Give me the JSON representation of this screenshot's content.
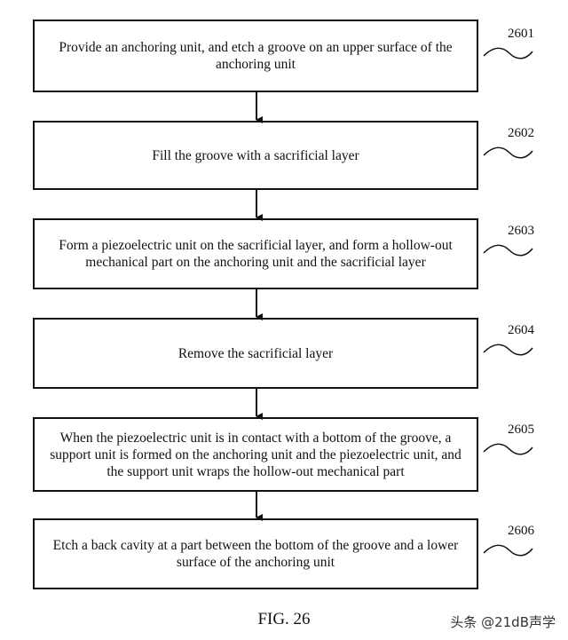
{
  "steps": [
    {
      "id": "2601",
      "text": "Provide an anchoring unit, and etch a groove on an upper surface of the anchoring unit"
    },
    {
      "id": "2602",
      "text": "Fill the groove with a sacrificial layer"
    },
    {
      "id": "2603",
      "text": "Form a piezoelectric unit on the sacrificial layer, and form a hollow-out mechanical part on the anchoring unit and the sacrificial layer"
    },
    {
      "id": "2604",
      "text": "Remove the sacrificial layer"
    },
    {
      "id": "2605",
      "text": "When the piezoelectric unit is in contact with a bottom of the groove, a support unit is formed on the anchoring unit and the piezoelectric unit, and the support unit wraps the hollow-out mechanical part"
    },
    {
      "id": "2606",
      "text": "Etch a back cavity at a part between the bottom of the groove and a lower surface of the anchoring unit"
    }
  ],
  "caption": "FIG. 26",
  "watermark": "头条 @21dB声学"
}
